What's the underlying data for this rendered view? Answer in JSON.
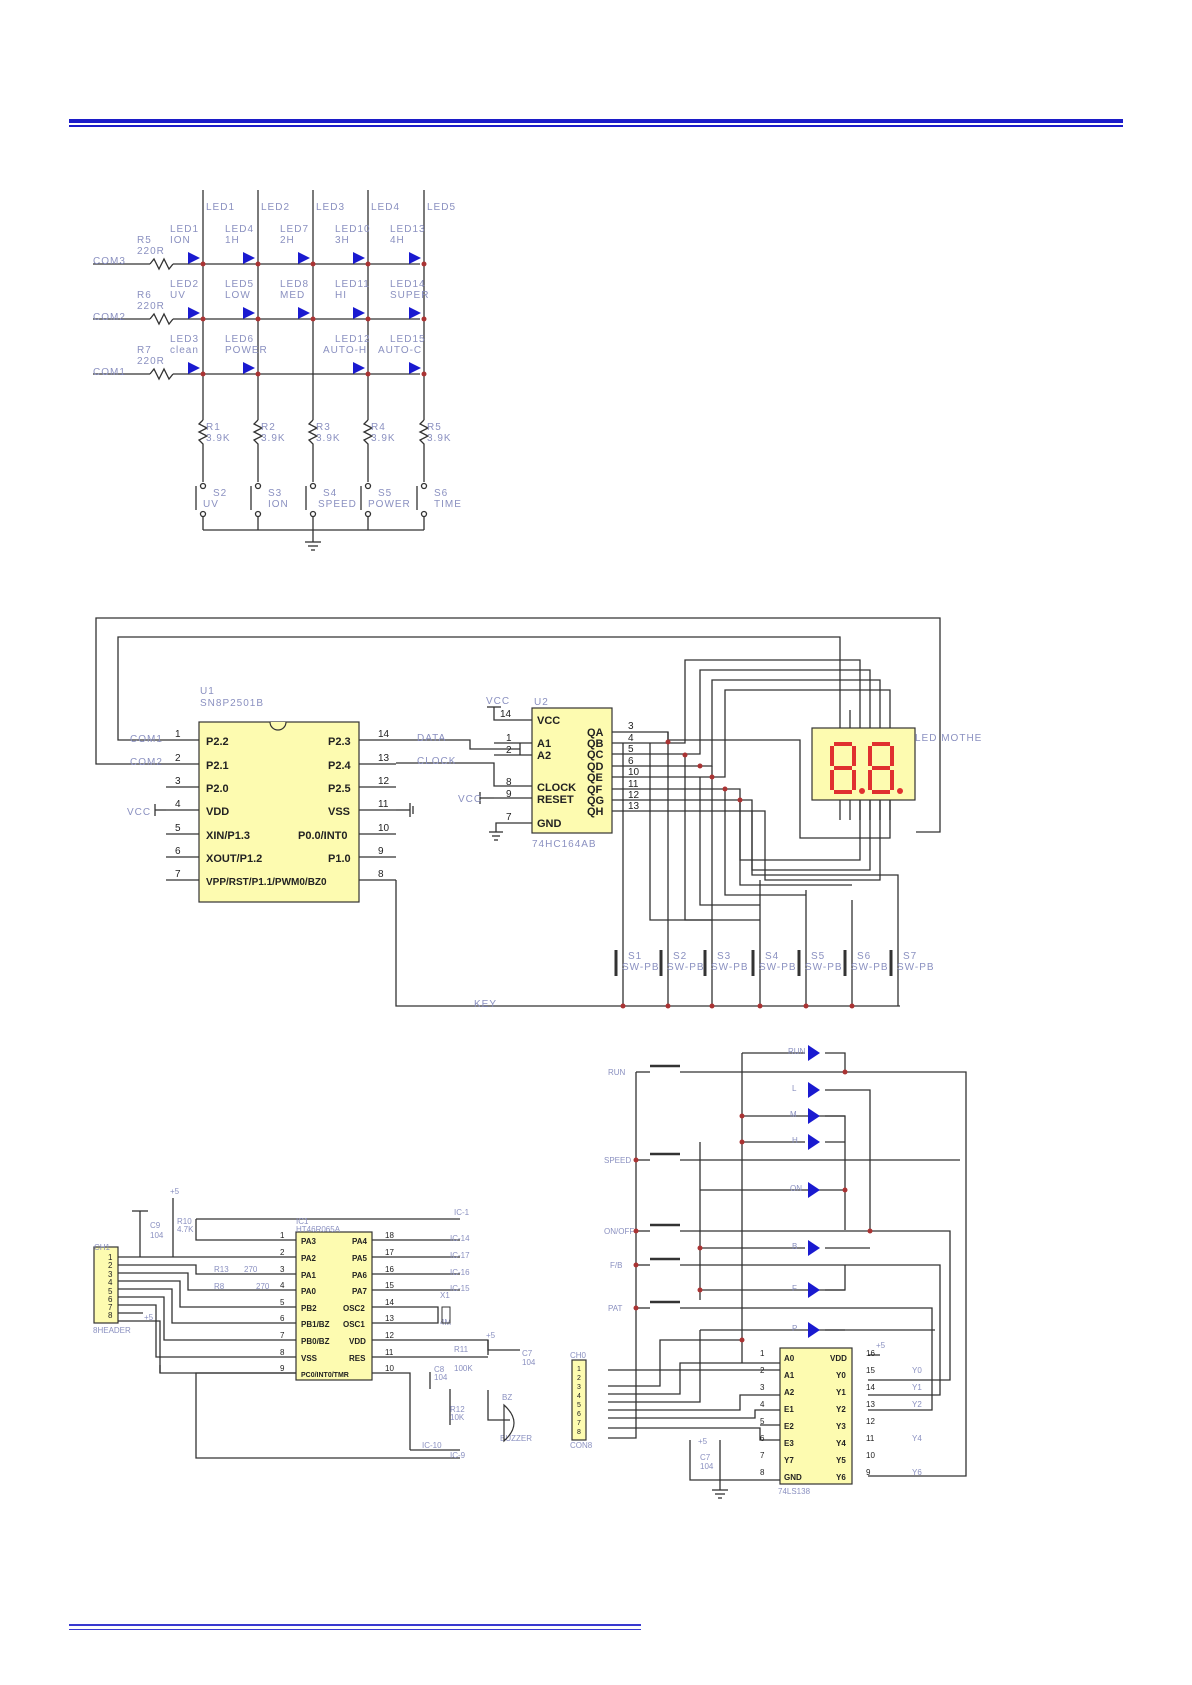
{
  "header": {
    "rule_color": "#1c1cc8"
  },
  "led_matrix": {
    "columns": [
      "LED1",
      "LED2",
      "LED3",
      "LED4",
      "LED5"
    ],
    "rows": [
      {
        "net": "COM3",
        "resistor": "R5",
        "value": "220R",
        "leds": [
          [
            "LED1",
            "ION"
          ],
          [
            "LED4",
            "1H"
          ],
          [
            "LED7",
            "2H"
          ],
          [
            "LED10",
            "3H"
          ],
          [
            "LED13",
            "4H"
          ]
        ]
      },
      {
        "net": "COM2",
        "resistor": "R6",
        "value": "220R",
        "leds": [
          [
            "LED2",
            "UV"
          ],
          [
            "LED5",
            "LOW"
          ],
          [
            "LED8",
            "MED"
          ],
          [
            "LED11",
            "HI"
          ],
          [
            "LED14",
            "SUPER"
          ]
        ]
      },
      {
        "net": "COM1",
        "resistor": "R7",
        "value": "220R",
        "leds": [
          [
            "LED3",
            "clean"
          ],
          [
            "LED6",
            "POWER"
          ],
          [
            "",
            ""
          ],
          [
            "LED12",
            "AUTO-H"
          ],
          [
            "LED15",
            "AUTO-C"
          ]
        ]
      }
    ],
    "pullups": [
      [
        "R1",
        "3.9K"
      ],
      [
        "R2",
        "3.9K"
      ],
      [
        "R3",
        "3.9K"
      ],
      [
        "R4",
        "3.9K"
      ],
      [
        "R5",
        "3.9K"
      ]
    ],
    "switches": [
      [
        "S2",
        "UV"
      ],
      [
        "S3",
        "ION"
      ],
      [
        "S4",
        "SPEED"
      ],
      [
        "S5",
        "POWER"
      ],
      [
        "S6",
        "TIME"
      ]
    ]
  },
  "mcu_section": {
    "u1": {
      "ref": "U1",
      "part": "SN8P2501B",
      "left_pins": [
        [
          "1",
          "P2.2"
        ],
        [
          "2",
          "P2.1"
        ],
        [
          "3",
          "P2.0"
        ],
        [
          "4",
          "VDD"
        ],
        [
          "5",
          "XIN/P1.3"
        ],
        [
          "6",
          "XOUT/P1.2"
        ],
        [
          "7",
          "VPP/RST/P1.1/PWM0/BZ0"
        ]
      ],
      "right_pins": [
        [
          "14",
          "P2.3"
        ],
        [
          "13",
          "P2.4"
        ],
        [
          "12",
          "P2.5"
        ],
        [
          "11",
          "VSS"
        ],
        [
          "10",
          "P0.0/INT0"
        ],
        [
          "9",
          "P1.0"
        ],
        [
          "8",
          ""
        ]
      ]
    },
    "nets": {
      "com1": "COM1",
      "com2": "COM2",
      "vcc": "VCC",
      "data": "DATA",
      "clock": "CLOCK",
      "key": "KEY"
    },
    "u2": {
      "ref": "U2",
      "part": "74HC164AB",
      "pins": [
        [
          "14",
          "VCC"
        ],
        [
          "1",
          "A1"
        ],
        [
          "2",
          "A2"
        ],
        [
          "8",
          "CLOCK"
        ],
        [
          "9",
          "RESET"
        ],
        [
          "7",
          "GND"
        ]
      ],
      "outputs": [
        [
          "3",
          "QA"
        ],
        [
          "4",
          "QB"
        ],
        [
          "5",
          "QC"
        ],
        [
          "6",
          "QD"
        ],
        [
          "10",
          "QE"
        ],
        [
          "11",
          "QF"
        ],
        [
          "12",
          "QG"
        ],
        [
          "13",
          "QH"
        ]
      ]
    },
    "display": {
      "label": "LED MOTHE",
      "digits": "8.8."
    },
    "switches": [
      "S1",
      "S2",
      "S3",
      "S4",
      "S5",
      "S6",
      "S7"
    ],
    "switch_type": "SW-PB"
  },
  "ht_section": {
    "header": {
      "ref": "CH1",
      "name": "8HEADER",
      "pins": [
        "1",
        "2",
        "3",
        "4",
        "5",
        "6",
        "7",
        "8"
      ]
    },
    "ic1": {
      "ref": "IC1",
      "part": "HT46R065A",
      "left": [
        [
          "1",
          "PA3"
        ],
        [
          "2",
          "PA2"
        ],
        [
          "3",
          "PA1"
        ],
        [
          "4",
          "PA0"
        ],
        [
          "5",
          "PB2"
        ],
        [
          "6",
          "PB1/BZ"
        ],
        [
          "7",
          "PB0/BZ"
        ],
        [
          "8",
          "VSS"
        ],
        [
          "9",
          "PC0/INT0/TMR"
        ]
      ],
      "right": [
        [
          "18",
          "PA4"
        ],
        [
          "17",
          "PA5"
        ],
        [
          "16",
          "PA6"
        ],
        [
          "15",
          "PA7"
        ],
        [
          "14",
          "OSC2"
        ],
        [
          "13",
          "OSC1"
        ],
        [
          "12",
          "VDD"
        ],
        [
          "11",
          "RES"
        ],
        [
          "10",
          ""
        ]
      ]
    },
    "parts": {
      "c9": "C9",
      "c9v": "104",
      "r10": "R10",
      "r10v": "4.7K",
      "r13": "R13",
      "r13v": "270",
      "r8": "R8",
      "r8v": "270",
      "x1": "X1",
      "x1v": "4M",
      "c8": "C8",
      "c8v": "104",
      "r11": "R11",
      "r11v": "100K",
      "c7": "C7",
      "c7v": "104",
      "r12": "R12",
      "r12v": "10K",
      "bz": "BZ",
      "bzv": "BUZZER",
      "plus5": "+5"
    },
    "ic_nets": [
      "IC-1",
      "IC-14",
      "IC-17",
      "IC-16",
      "IC-15",
      "IC-10",
      "IC-9"
    ]
  },
  "decoder_section": {
    "buttons": [
      "RUN",
      "SPEED",
      "ON/OFF",
      "F/B",
      "PAT"
    ],
    "leds": [
      "RUN",
      "L",
      "M",
      "H",
      "ON",
      "B",
      "F",
      "P"
    ],
    "header": {
      "ref": "CH0",
      "name": "CON8",
      "pins": [
        "1",
        "2",
        "3",
        "4",
        "5",
        "6",
        "7",
        "8"
      ]
    },
    "ic": {
      "part": "74LS138",
      "left": [
        [
          "1",
          "A0"
        ],
        [
          "2",
          "A1"
        ],
        [
          "3",
          "A2"
        ],
        [
          "4",
          "E1"
        ],
        [
          "5",
          "E2"
        ],
        [
          "6",
          "E3"
        ],
        [
          "7",
          "Y7"
        ],
        [
          "8",
          "GND"
        ]
      ],
      "right": [
        [
          "16",
          "VDD"
        ],
        [
          "15",
          "Y0"
        ],
        [
          "14",
          "Y1"
        ],
        [
          "13",
          "Y2"
        ],
        [
          "12",
          "Y3"
        ],
        [
          "11",
          "Y4"
        ],
        [
          "10",
          "Y5"
        ],
        [
          "9",
          "Y6"
        ]
      ]
    },
    "outputs": [
      "Y0",
      "Y1",
      "Y2",
      "Y4",
      "Y6"
    ],
    "cap": {
      "ref": "C7",
      "value": "104",
      "plus": "+5"
    }
  }
}
